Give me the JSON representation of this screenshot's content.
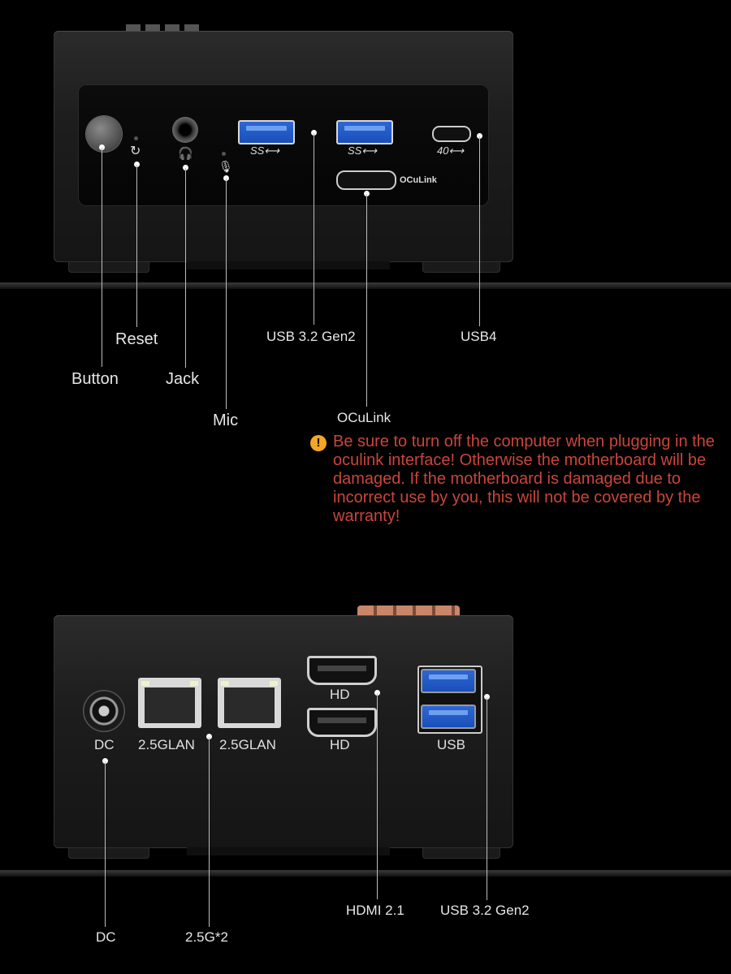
{
  "top_view": {
    "labels": {
      "button": "Button",
      "reset": "Reset",
      "jack": "Jack",
      "mic": "Mic",
      "usb32": "USB 3.2 Gen2",
      "usb4": "USB4",
      "oculink": "OCuLink"
    },
    "port_marks": {
      "ss1": "SS⟷",
      "ss2": "SS⟷",
      "forty": "40⟷",
      "oculink_text": "OCuLink"
    },
    "warning": "Be sure to turn off the computer when plugging in the oculink interface! Otherwise the motherboard will be damaged. If the motherboard is damaged due to incorrect use by you, this will not be covered by the warranty!"
  },
  "rear_view": {
    "port_text": {
      "dc": "DC",
      "lan1": "2.5GLAN",
      "lan2": "2.5GLAN",
      "hd1": "HD",
      "hd2": "HD",
      "usb": "USB"
    },
    "callouts": {
      "dc": "DC",
      "lan": "2.5G*2",
      "hdmi": "HDMI 2.1",
      "usb": "USB 3.2 Gen2"
    }
  },
  "colors": {
    "warning_text": "#c9463b",
    "warning_icon": "#f5a623",
    "usb_blue": "#2c67d6"
  }
}
